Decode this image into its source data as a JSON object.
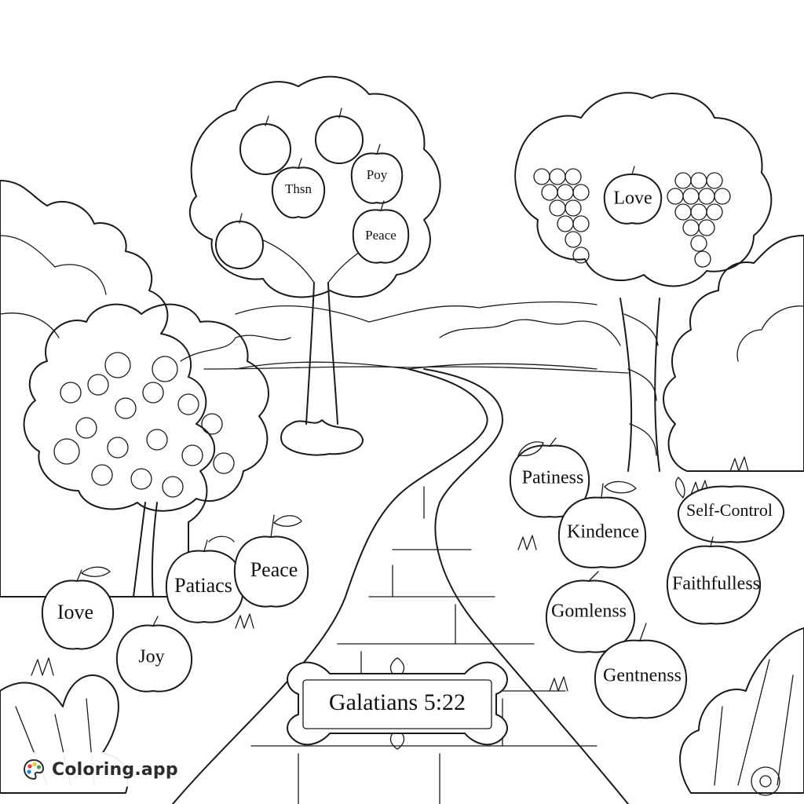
{
  "tree_apples": [
    "Thsn",
    "Poy",
    "Peace"
  ],
  "grape_label": "Love",
  "left_apples": [
    "Iove",
    "Joy",
    "Patiacs",
    "Peace"
  ],
  "right_apples": [
    "Patiness",
    "Kindence",
    "Self-Control",
    "Faithfulless",
    "Gomlenss",
    "Gentnenss"
  ],
  "plaque": "Galatians 5:22",
  "watermark": "Coloring.app",
  "colors": {
    "ink": "#1a1a1a",
    "paper": "#ffffff"
  }
}
